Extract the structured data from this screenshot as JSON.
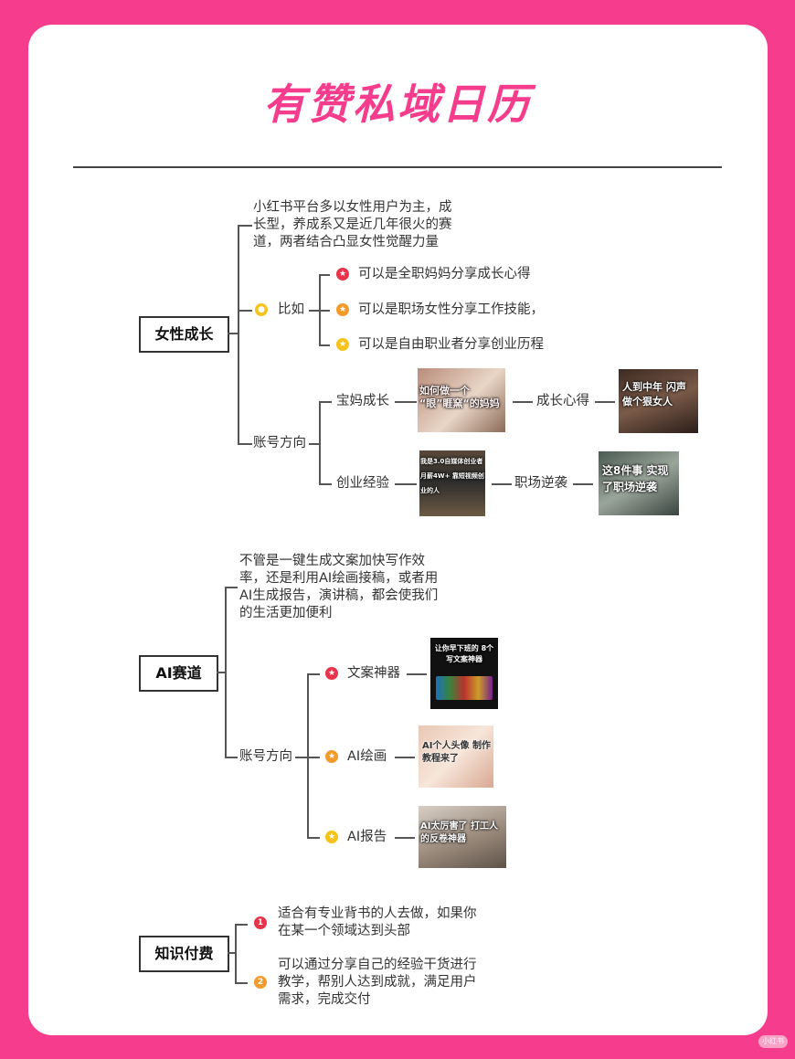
{
  "title": "有赞私域日历",
  "branches": {
    "female": {
      "node": "女性成长",
      "intro": "小红书平台多以女性用户为主，成长型，养成系又是近几年很火的赛道，两者结合凸显女性觉醒力量",
      "example_label": "比如",
      "examples": [
        "可以是全职妈妈分享成长心得",
        "可以是职场女性分享工作技能，",
        "可以是自由职业者分享创业历程"
      ],
      "direction_label": "账号方向",
      "directions": [
        {
          "label": "宝妈成长",
          "thumb_text": "如何做一个 “眼”睚窯“的妈妈",
          "next": "成长心得",
          "next_thumb_text": "人到中年 闪声做个狠女人"
        },
        {
          "label": "创业经验",
          "thumb_text": "我是3.0自媒体创业者 月薪4W+ 靠短视频创业的人",
          "next": "职场逆袭",
          "next_thumb_text": "这8件事 实现了职场逆袭"
        }
      ]
    },
    "ai": {
      "node": "AI赛道",
      "intro": "不管是一键生成文案加快写作效率，还是利用AI绘画接稿，或者用AI生成报告，演讲稿，都会使我们的生活更加便利",
      "direction_label": "账号方向",
      "items": [
        {
          "label": "文案神器",
          "thumb_text": "让你早下班的 8个写文案神器"
        },
        {
          "label": "AI绘画",
          "thumb_text": "AI个人头像 制作教程来了"
        },
        {
          "label": "AI报告",
          "thumb_text": "AI太厉害了 打工人的反卷神器"
        }
      ]
    },
    "knowledge": {
      "node": "知识付费",
      "items": [
        {
          "num": "1",
          "text": "适合有专业背书的人去做，如果你在某一个领域达到头部"
        },
        {
          "num": "2",
          "text": "可以通过分享自己的经验干货进行教学，帮别人达到成就，满足用户需求，完成交付"
        }
      ]
    }
  },
  "watermark": "小红书",
  "colors": {
    "accent": "#f63c8c",
    "red": "#e8334a",
    "orange": "#f49a2a",
    "yellow": "#f6c31b"
  }
}
